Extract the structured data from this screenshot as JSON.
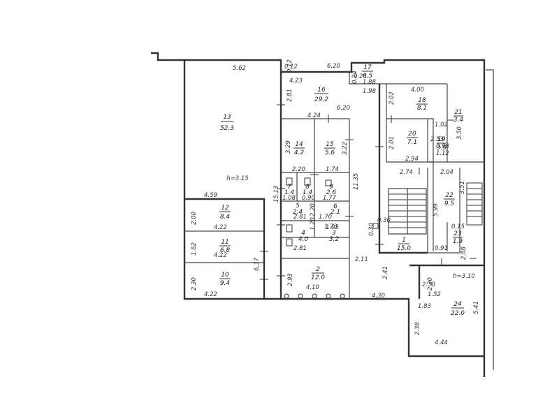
{
  "rooms": [
    {
      "id": "r13",
      "number": "13",
      "area": "52.3"
    },
    {
      "id": "r16",
      "number": "16",
      "area": "29.2"
    },
    {
      "id": "r17",
      "number": "17",
      "area": "6.5"
    },
    {
      "id": "r18",
      "number": "18",
      "area": "8.1"
    },
    {
      "id": "r14",
      "number": "14",
      "area": "4.2"
    },
    {
      "id": "r15",
      "number": "15",
      "area": "5.6"
    },
    {
      "id": "r20",
      "number": "20",
      "area": "7.1"
    },
    {
      "id": "r19",
      "number": "19",
      "area": "3.9"
    },
    {
      "id": "r21",
      "number": "21",
      "area": "3.4"
    },
    {
      "id": "r12",
      "number": "12",
      "area": "8.4"
    },
    {
      "id": "r11",
      "number": "11",
      "area": "6.8"
    },
    {
      "id": "r10",
      "number": "10",
      "area": "9.4"
    },
    {
      "id": "r2",
      "number": "2",
      "area": "12.0"
    },
    {
      "id": "r1",
      "number": "1",
      "area": "15.0"
    },
    {
      "id": "r22",
      "number": "22",
      "area": "9.5"
    },
    {
      "id": "r23",
      "number": "23",
      "area": "1.9"
    },
    {
      "id": "r24",
      "number": "24",
      "area": "22.0"
    },
    {
      "id": "r5",
      "number": "5",
      "area": "2.4"
    },
    {
      "id": "r6",
      "number": "6",
      "area": "2.1"
    },
    {
      "id": "r4",
      "number": "4",
      "area": "4.0"
    },
    {
      "id": "r3",
      "number": "3",
      "area": "3.2"
    },
    {
      "id": "r7",
      "number": "7",
      "area": "1.4"
    },
    {
      "id": "r8",
      "number": "8",
      "area": "1.4"
    },
    {
      "id": "r9",
      "number": "9",
      "area": "2.6"
    }
  ],
  "heights": [
    {
      "id": "h1",
      "text": "h=3.15"
    },
    {
      "id": "h2",
      "text": "h=3.10"
    }
  ],
  "dimensions": {
    "d1": "5.62",
    "d2": "6.20",
    "d3": "0.12",
    "d4": "4.23",
    "d5": "1.88",
    "d6": "1.98",
    "d7": "4.00",
    "d8": "6.20",
    "d9": "4.24",
    "d10": "2.20",
    "d11": "1.74",
    "d12": "4.59",
    "d13": "4.22",
    "d14": "4.22",
    "d15": "4.22",
    "d16": "2.74",
    "d17": "2.04",
    "d18": "2.94",
    "d19": "4.10",
    "d20": "4.30",
    "d21": "1.52",
    "d22": "1.83",
    "d23": "4.44",
    "d24": "1.73",
    "d25": "2.81",
    "d26": "1.93",
    "d27": "2.81",
    "d28": "0.90",
    "d29": "1.08",
    "d30": "1.77",
    "d31": "1.70",
    "d32": "0.98",
    "d33": "1.12",
    "d34": "0.15",
    "d35": "1.02",
    "d36": "2.53",
    "d37": "0.24",
    "d38": "0.30",
    "d39": "0.91",
    "d40": "2.30",
    "d41": "2.11",
    "v1": "2.81",
    "v2": "3.29",
    "v3": "3.22",
    "v4": "15.13",
    "v5": "11.35",
    "v6": "2.00",
    "v7": "1.62",
    "v8": "2.30",
    "v9": "6.37",
    "v10": "2.93",
    "v11": "2.02",
    "v12": "2.01",
    "v13": "5.99",
    "v14": "3.51",
    "v15": "3.50",
    "v16": "2.41",
    "v17": "5.41",
    "v18": "2.38",
    "v19": "0.30",
    "v20": "2.30",
    "v21": "2.20",
    "v22": "1.20",
    "v23": "0.12",
    "v24": "0.24",
    "v25": "2.88"
  }
}
